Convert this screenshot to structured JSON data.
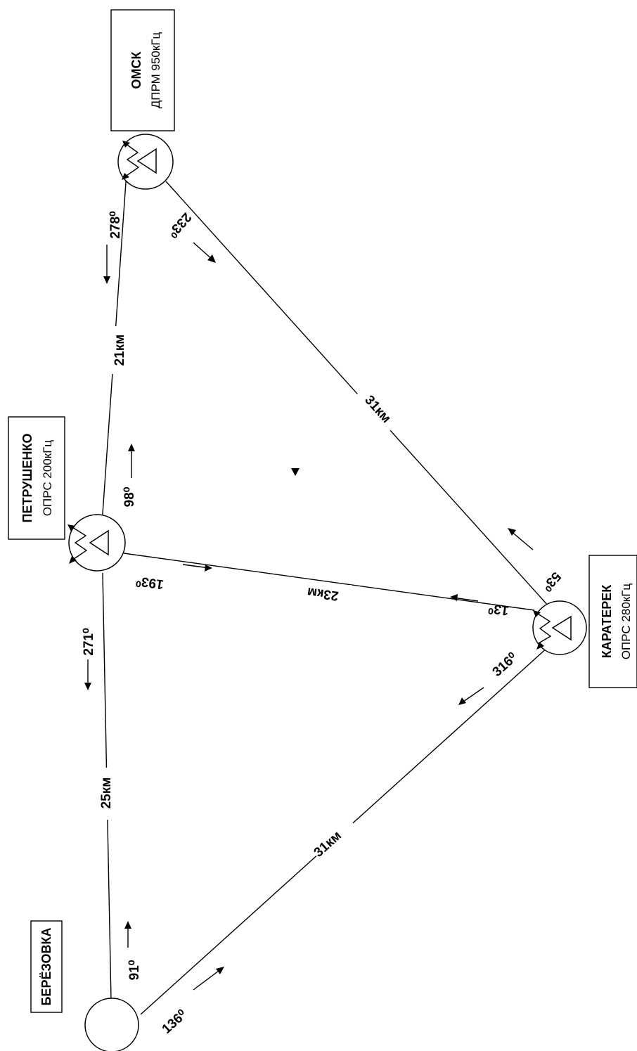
{
  "stations": {
    "omsk": {
      "name": "ОМСК",
      "sub": "ДПРМ 950кГц"
    },
    "petrushenko": {
      "name": "ПЕТРУШЕНКО",
      "sub": "ОПРС 200кГц"
    },
    "karaterek": {
      "name": "КАРАТЕРЕК",
      "sub": "ОПРС 280кГц"
    },
    "berezovka": {
      "name": "БЕРЁЗОВКА"
    }
  },
  "routes": {
    "omsk_petrushenko": {
      "distance": "21км",
      "course_to_petrushenko": "278⁰",
      "course_to_omsk": "98⁰"
    },
    "omsk_karaterek": {
      "distance": "31км",
      "course_to_karaterek": "233⁰",
      "course_to_omsk": "53⁰"
    },
    "petrushenko_karaterek": {
      "distance": "23км",
      "course_to_karaterek": "193⁰",
      "course_to_petrushenko": "13⁰"
    },
    "petrushenko_berezovka": {
      "distance": "25км",
      "course_to_berezovka": "271⁰",
      "course_to_petrushenko": "91⁰"
    },
    "berezovka_karaterek": {
      "distance": "31км",
      "course_to_karaterek": "136⁰",
      "course_to_berezovka": "316⁰"
    }
  }
}
